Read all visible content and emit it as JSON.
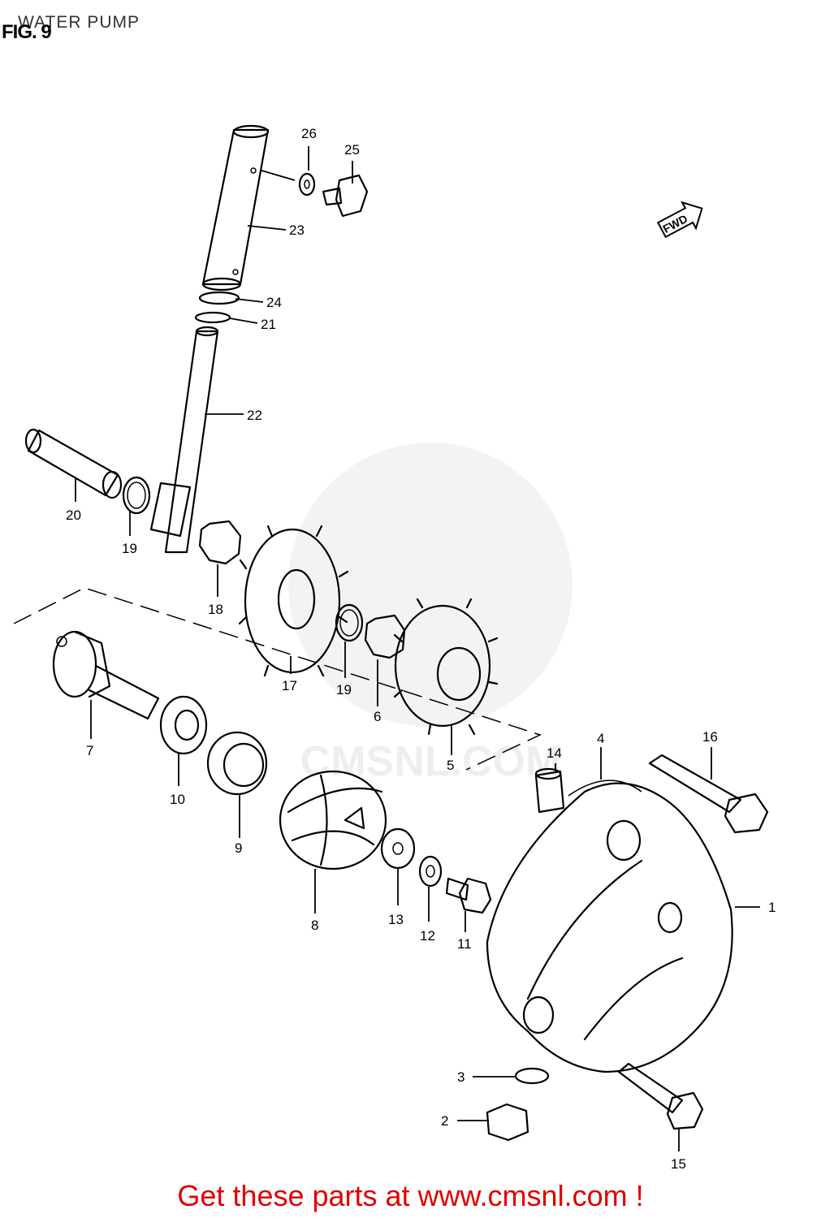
{
  "header": {
    "fig_label": "FIG. 9",
    "title": "WATER PUMP"
  },
  "direction_marker": "FWD",
  "watermark": "CMSNL.COM",
  "parts": [
    {
      "number": "1"
    },
    {
      "number": "2"
    },
    {
      "number": "3"
    },
    {
      "number": "4"
    },
    {
      "number": "5"
    },
    {
      "number": "6"
    },
    {
      "number": "7"
    },
    {
      "number": "8"
    },
    {
      "number": "9"
    },
    {
      "number": "10"
    },
    {
      "number": "11"
    },
    {
      "number": "12"
    },
    {
      "number": "13"
    },
    {
      "number": "14"
    },
    {
      "number": "15"
    },
    {
      "number": "16"
    },
    {
      "number": "17"
    },
    {
      "number": "18"
    },
    {
      "number": "19"
    },
    {
      "number": "19"
    },
    {
      "number": "20"
    },
    {
      "number": "21"
    },
    {
      "number": "22"
    },
    {
      "number": "23"
    },
    {
      "number": "24"
    },
    {
      "number": "25"
    },
    {
      "number": "26"
    }
  ],
  "footer": {
    "text": "Get these parts at www.cmsnl.com !"
  }
}
